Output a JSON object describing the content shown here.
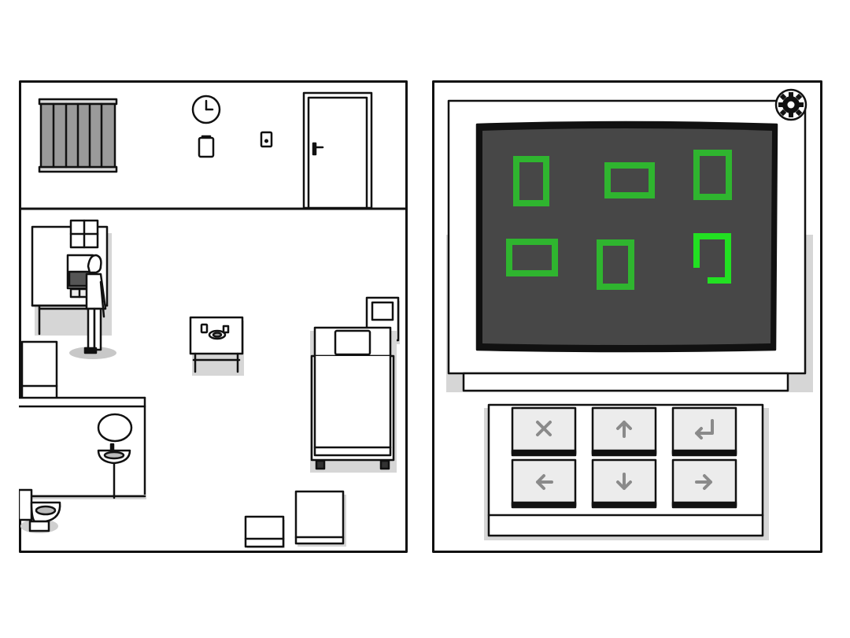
{
  "game": {
    "screen": "room-terminal-puzzle",
    "colors": {
      "background": "#ffffff",
      "outline": "#111111",
      "floor_shadow": "#d6d6d6",
      "monitor_screen": "#474747",
      "glyph_green": "#2fb52f",
      "glyph_green_active": "#22e022",
      "key_face": "#ececec",
      "key_symbol": "#8a8a8a"
    }
  },
  "terminal": {
    "settings_icon": "gear-icon",
    "glyphs": [
      {
        "shape": "tall-rectangle",
        "state": "complete"
      },
      {
        "shape": "wide-rectangle",
        "state": "complete"
      },
      {
        "shape": "tall-rectangle",
        "state": "complete"
      },
      {
        "shape": "wide-rectangle",
        "state": "complete"
      },
      {
        "shape": "tall-rectangle",
        "state": "complete"
      },
      {
        "shape": "open-bracket",
        "state": "in-progress"
      }
    ],
    "keypad": [
      {
        "id": "cancel",
        "icon": "x-icon",
        "symbol": "✕"
      },
      {
        "id": "up",
        "icon": "arrow-up-icon",
        "symbol": "🡑"
      },
      {
        "id": "enter",
        "icon": "enter-icon",
        "symbol": "↵"
      },
      {
        "id": "left",
        "icon": "arrow-left-icon",
        "symbol": "🡐"
      },
      {
        "id": "down",
        "icon": "arrow-down-icon",
        "symbol": "🡓"
      },
      {
        "id": "right",
        "icon": "arrow-right-icon",
        "symbol": "🡒"
      }
    ]
  },
  "room": {
    "objects": [
      "barred-window",
      "wall-clock",
      "notice-paper",
      "light-switch",
      "door",
      "desk-with-computer",
      "player-character",
      "small-table",
      "bed",
      "nightstand",
      "cabinet",
      "bathroom-sink",
      "mirror",
      "toilet",
      "storage-box",
      "crate"
    ]
  }
}
